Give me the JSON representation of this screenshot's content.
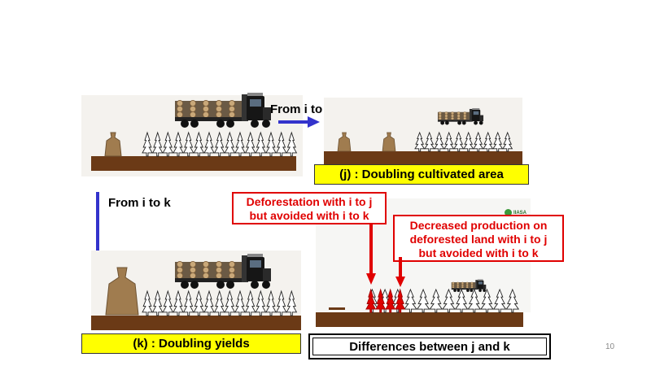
{
  "labels": {
    "from_i_to_j": "From  i to j",
    "from_i_to_k": "From i to k",
    "j_caption": "(j) :  Doubling cultivated area",
    "k_caption": "(k) : Doubling yields",
    "differences": "Differences between  j and k",
    "deforestation_line1": "Deforestation with i to j",
    "deforestation_line2": "but avoided with i to k",
    "decreased_line1": "Decreased production on",
    "decreased_line2": "deforested land with i to j",
    "decreased_line3": "but avoided with i to k",
    "logo_text": "IIASA",
    "page_number": "10"
  },
  "colors": {
    "ground": "#6b3a16",
    "caption_yellow": "#ffff00",
    "arrow_blue": "#3333cc",
    "alert_red": "#e00000"
  }
}
